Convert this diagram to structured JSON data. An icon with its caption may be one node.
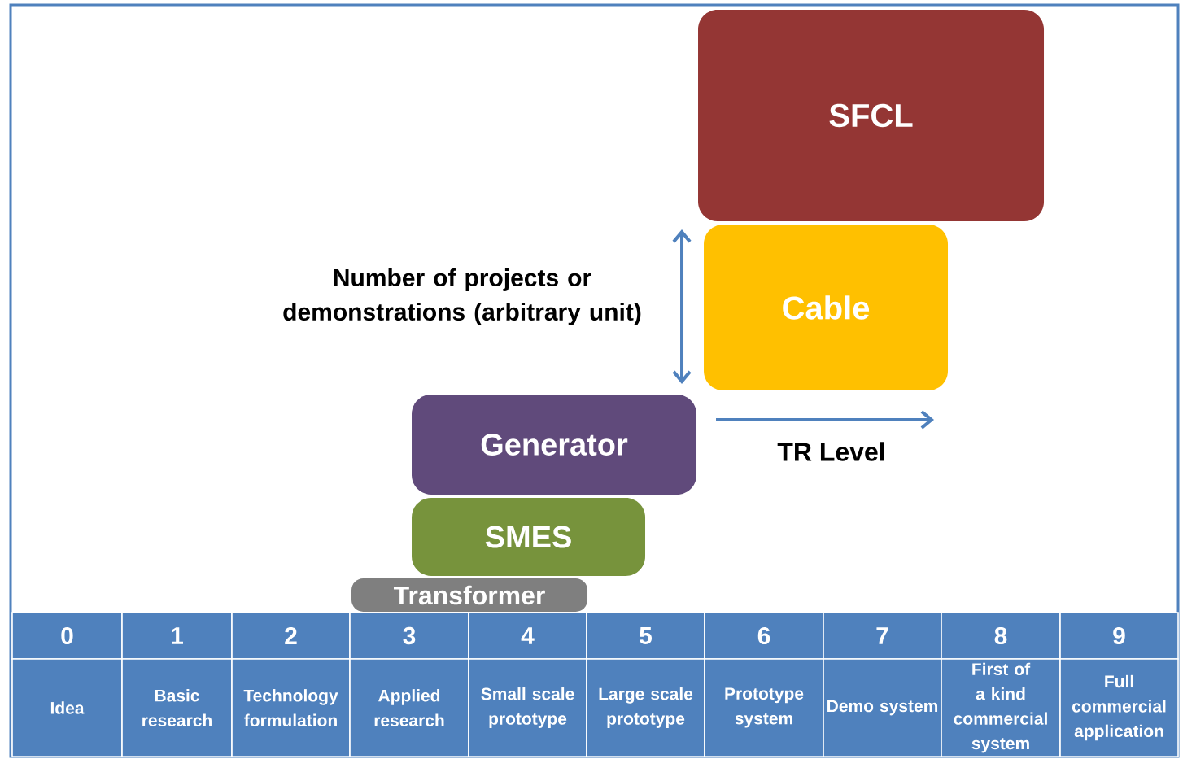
{
  "diagram": {
    "nodes": [
      {
        "text": [
          "SFCL"
        ]
      },
      {
        "text": [
          "Cable"
        ]
      },
      {
        "text": [
          "Generator"
        ]
      },
      {
        "text": [
          "SMES"
        ]
      },
      {
        "text": [
          "Transformer"
        ]
      }
    ],
    "labels": [
      "Number of projects or demonstrations (arbitrary unit)",
      "TR Level",
      "0",
      "1",
      "2",
      "3",
      "4",
      "5",
      "6",
      "7",
      "8",
      "9",
      "Idea",
      "Basic research",
      "Technology formulation",
      "Applied research",
      "Small scale prototype",
      "Large scale prototype",
      "Prototype system",
      "Demo system",
      "First of a kind commercial system",
      "Full commercial application"
    ]
  }
}
